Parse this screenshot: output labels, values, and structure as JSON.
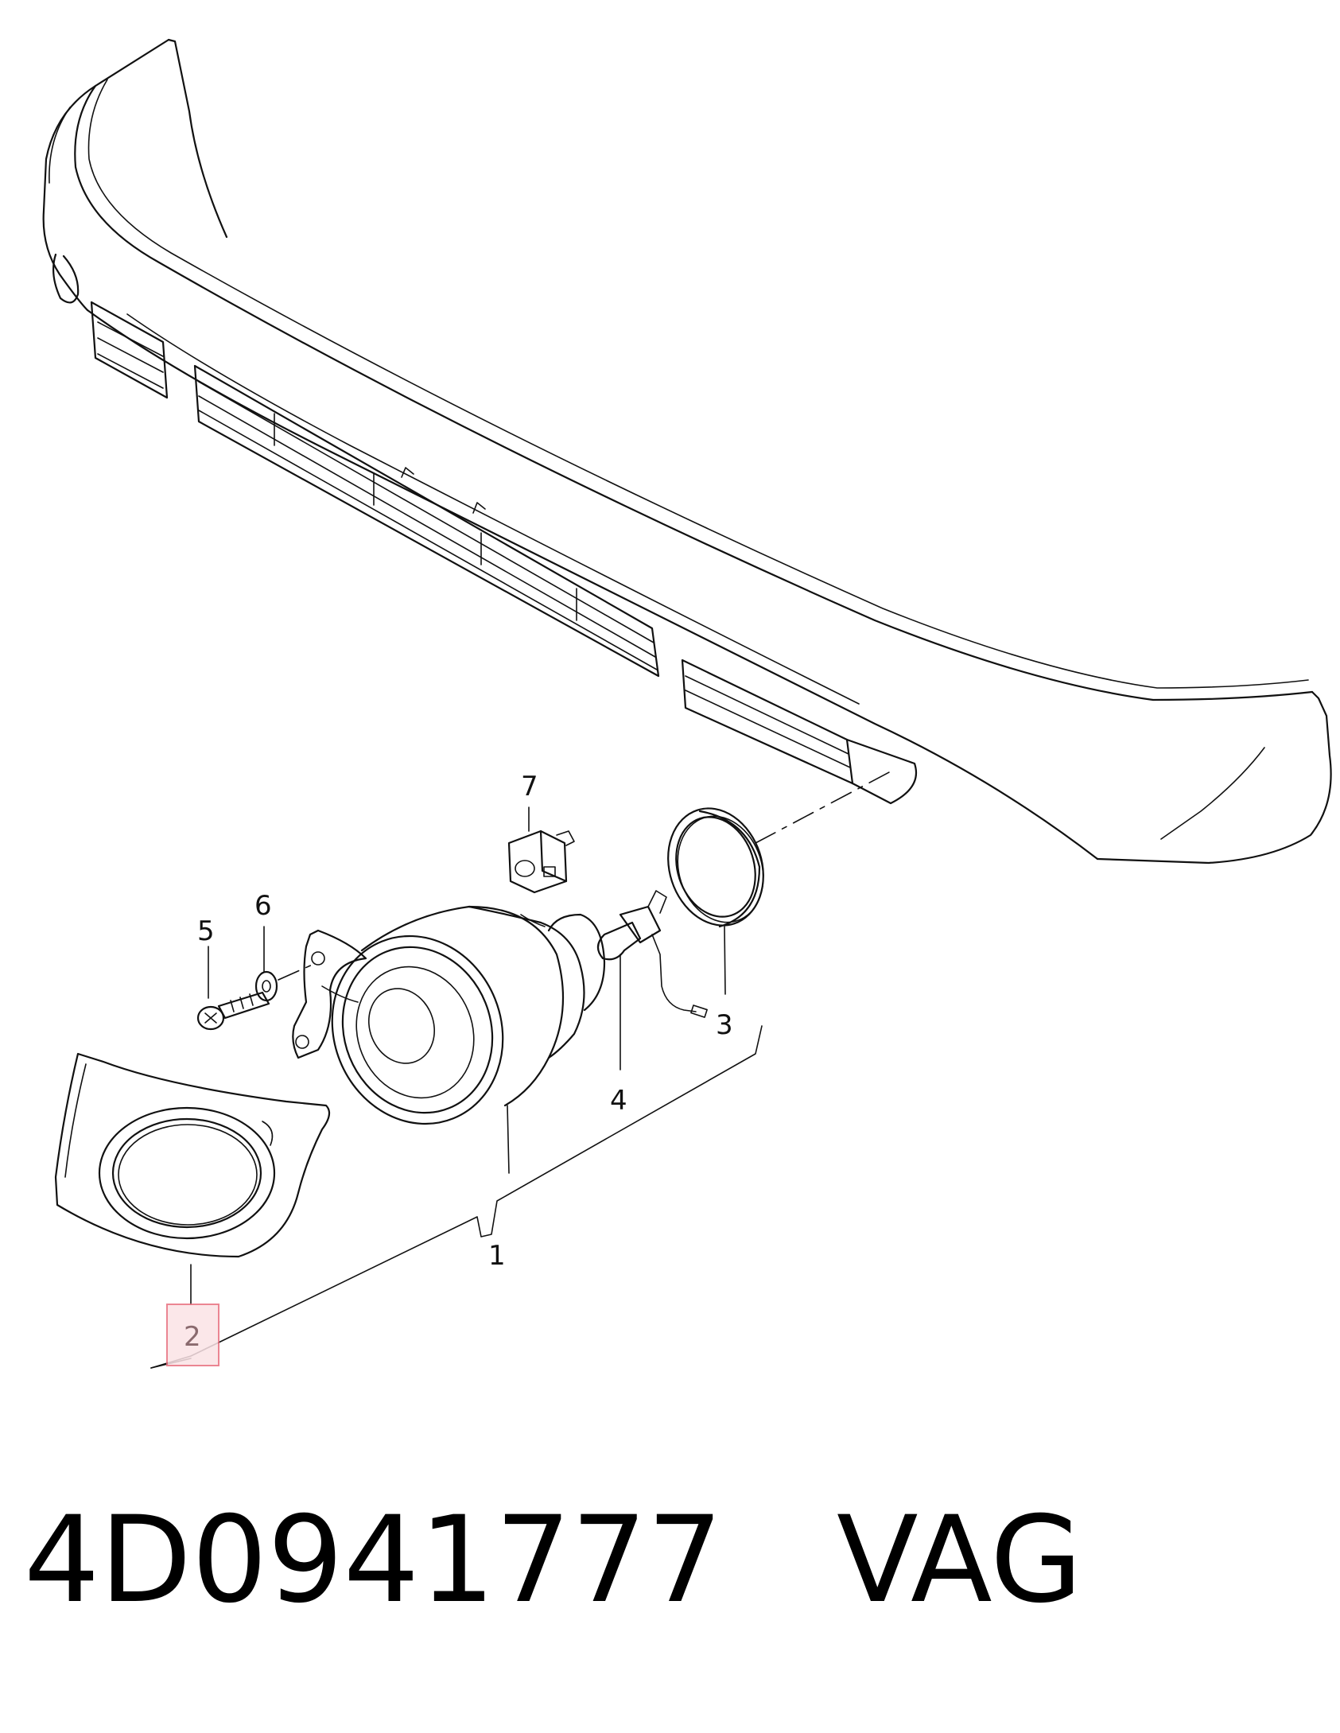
{
  "callouts": [
    {
      "id": "1",
      "label": "1"
    },
    {
      "id": "2",
      "label": "2",
      "highlighted": true
    },
    {
      "id": "3",
      "label": "3"
    },
    {
      "id": "4",
      "label": "4"
    },
    {
      "id": "5",
      "label": "5"
    },
    {
      "id": "6",
      "label": "6"
    },
    {
      "id": "7",
      "label": "7"
    }
  ],
  "caption": {
    "part_number": "4D0941777",
    "brand": "VAG"
  },
  "colors": {
    "line": "#111111",
    "highlight_fill": "#fbe3e6",
    "highlight_stroke": "#e8707f",
    "highlight_text": "#8a6a6e"
  }
}
